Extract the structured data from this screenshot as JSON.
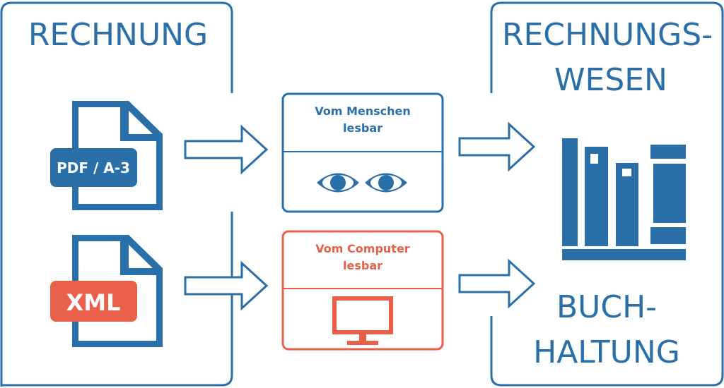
{
  "left_panel": {
    "title": "RECHNUNG",
    "documents": [
      {
        "badge": "PDF / A-3",
        "icon": "document-icon"
      },
      {
        "badge": "XML",
        "icon": "document-icon"
      }
    ]
  },
  "middle": {
    "human_box": {
      "line1": "Vom Menschen",
      "line2": "lesbar",
      "icon": "eyes-icon"
    },
    "computer_box": {
      "line1": "Vom Computer",
      "line2": "lesbar",
      "icon": "monitor-icon"
    }
  },
  "right_panel": {
    "title_line1": "RECHNUNGS-",
    "title_line2": "WESEN",
    "subtitle_line1": "BUCH-",
    "subtitle_line2": "HALTUNG",
    "icon": "bookshelf-icon"
  },
  "colors": {
    "blue": "#2a6fa8",
    "orange": "#e8604a",
    "white": "#ffffff"
  }
}
